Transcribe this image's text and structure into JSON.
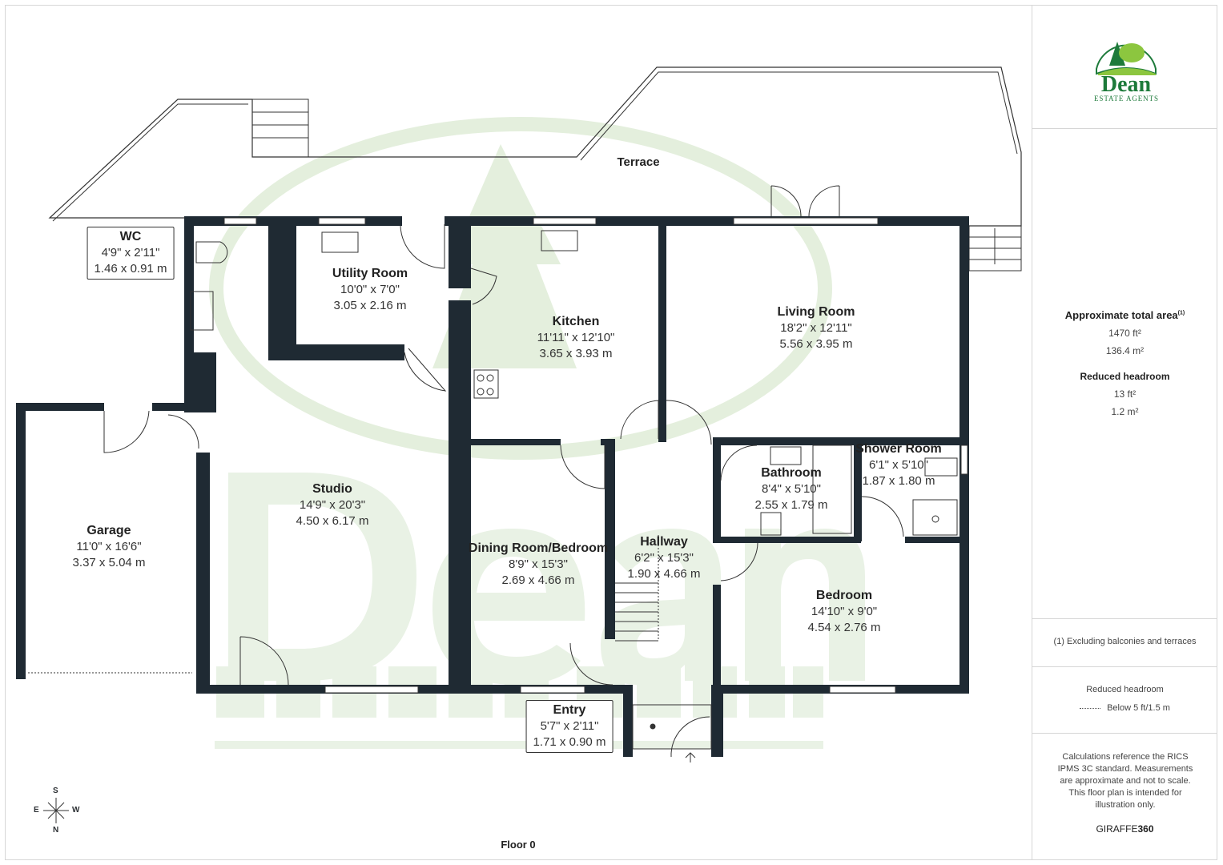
{
  "brand": {
    "name": "Dean",
    "tagline": "ESTATE AGENTS",
    "color": "#1d7a3a",
    "light_color": "#8cc63f"
  },
  "colors": {
    "wall": "#1f2a33",
    "watermark": "#e6f0e0"
  },
  "rooms": [
    {
      "id": "wc",
      "name": "WC",
      "imperial": "4'9\" x 2'11\"",
      "metric": "1.46 x 0.91 m"
    },
    {
      "id": "utility",
      "name": "Utility Room",
      "imperial": "10'0\" x 7'0\"",
      "metric": "3.05 x 2.16 m"
    },
    {
      "id": "kitchen",
      "name": "Kitchen",
      "imperial": "11'11\" x 12'10\"",
      "metric": "3.65 x 3.93 m"
    },
    {
      "id": "living",
      "name": "Living Room",
      "imperial": "18'2\" x 12'11\"",
      "metric": "5.56 x 3.95 m"
    },
    {
      "id": "studio",
      "name": "Studio",
      "imperial": "14'9\" x 20'3\"",
      "metric": "4.50 x 6.17 m"
    },
    {
      "id": "garage",
      "name": "Garage",
      "imperial": "11'0\" x 16'6\"",
      "metric": "3.37 x 5.04 m"
    },
    {
      "id": "dining",
      "name": "Dining Room/Bedroom",
      "imperial": "8'9\" x 15'3\"",
      "metric": "2.69 x 4.66 m"
    },
    {
      "id": "hallway",
      "name": "Hallway",
      "imperial": "6'2\" x 15'3\"",
      "metric": "1.90 x 4.66 m"
    },
    {
      "id": "bathroom",
      "name": "Bathroom",
      "imperial": "8'4\" x 5'10\"",
      "metric": "2.55 x 1.79 m"
    },
    {
      "id": "shower",
      "name": "Shower Room",
      "imperial": "6'1\" x 5'10\"",
      "metric": "1.87 x 1.80 m"
    },
    {
      "id": "bedroom",
      "name": "Bedroom",
      "imperial": "14'10\" x 9'0\"",
      "metric": "4.54 x 2.76 m"
    },
    {
      "id": "entry",
      "name": "Entry",
      "imperial": "5'7\" x 2'11\"",
      "metric": "1.71 x 0.90 m"
    }
  ],
  "terrace": "Terrace",
  "floor_label": "Floor 0",
  "compass": {
    "s": "S",
    "e": "E",
    "w": "W",
    "n": "N"
  },
  "panel": {
    "total_area_title": "Approximate total area",
    "total_area_note_mark": "(1)",
    "total_ft": "1470 ft²",
    "total_m": "136.4 m²",
    "reduced_title": "Reduced headroom",
    "reduced_ft": "13 ft²",
    "reduced_m": "1.2 m²",
    "footnote": "(1) Excluding balconies and terraces",
    "legend_title": "Reduced headroom",
    "legend_item": "Below 5 ft/1.5 m",
    "disclaimer": "Calculations reference the RICS IPMS 3C standard. Measurements are approximate and not to scale. This floor plan is intended for illustration only.",
    "credit_a": "GIRAFFE",
    "credit_b": "360"
  }
}
